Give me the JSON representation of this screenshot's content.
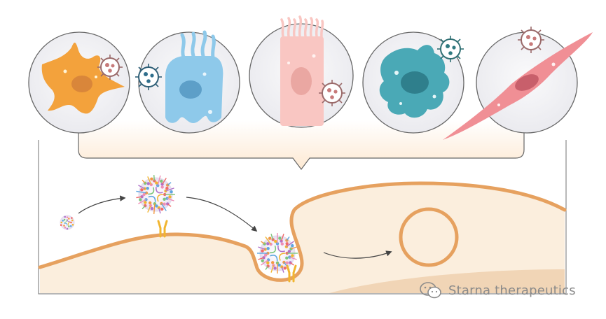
{
  "figure": {
    "cell_types": [
      {
        "name": "dendritic-cell",
        "color": "#f3a23c",
        "nucleus": "#d9863a"
      },
      {
        "name": "epithelial-cell",
        "color": "#8ec9ea",
        "nucleus": "#5d9fc8"
      },
      {
        "name": "columnar-cell",
        "color": "#f9c6c2",
        "nucleus": "#eaa7a2"
      },
      {
        "name": "macrophage",
        "color": "#4aa9b6",
        "nucleus": "#2f7f8c"
      },
      {
        "name": "fibroblast",
        "color": "#f08f95",
        "nucleus": "#c85f6b"
      }
    ],
    "colors": {
      "membrane": "#e6a15f",
      "cytoplasm": "#fbeedd",
      "nanoparticle_ring": "#eadff0",
      "receptor": "#f1b52f",
      "callout_fill": "#fff6ea",
      "circle_bg": "#f2f2f5",
      "outline": "#666666"
    }
  },
  "watermark": {
    "text": "Starna therapeutics",
    "icon": "wechat-icon"
  }
}
